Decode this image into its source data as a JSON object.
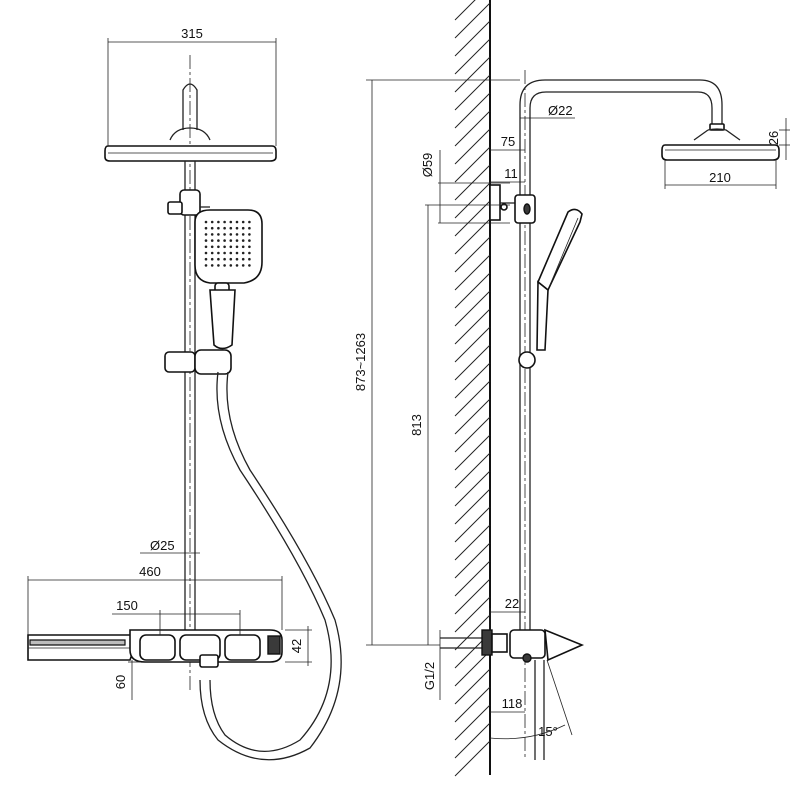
{
  "dims": {
    "head_width_front": "315",
    "diam_pipe_front": "Ø25",
    "shelf_width": "460",
    "valve_spacing": "150",
    "valve_height": "42",
    "valve_depth": "60",
    "diam_top_pipe": "Ø22",
    "wall_offset": "75",
    "head_thickness": "26",
    "head_width_side": "210",
    "bracket_diam": "Ø59",
    "bracket_gap": "11",
    "total_height": "873~1263",
    "riser_height": "813",
    "connection_thread": "G1/2",
    "connector_width": "22",
    "spout_projection": "118",
    "spout_angle": "15°"
  }
}
